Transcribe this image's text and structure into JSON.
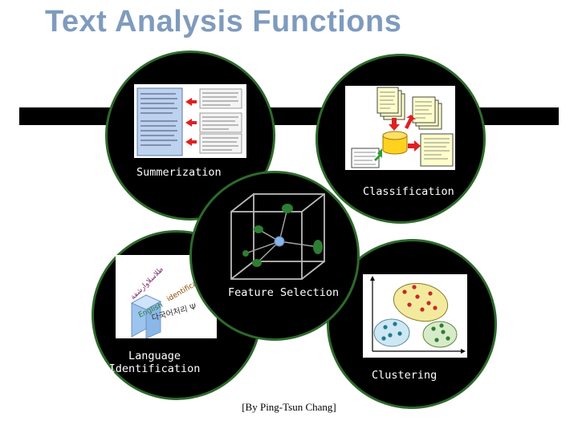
{
  "title": "Text Analysis Functions",
  "labels": {
    "summarization": "Summerization",
    "classification": "Classification",
    "feature_selection": "Feature Selection",
    "language_identification_line1": "Language",
    "language_identification_line2": "Identification",
    "clustering": "Clustering"
  },
  "language_art": {
    "script_band": "طلاسلاوارشفة",
    "middle_band": "identification",
    "english": "English",
    "bottom_band": "다국어처리 Ψ"
  },
  "credit": "[By Ping-Tsun Chang]",
  "colors": {
    "title": "#7f9bbd",
    "circle_border": "#2d6a2a",
    "summary_doc": "#bcd2ee",
    "arrow": "#e02020",
    "classification_doc": "#ffffcc",
    "cylinder": "#ffd21f",
    "cube_node": "#2e7d32",
    "cube_center": "#8ab4e8",
    "cluster_red": "#c62828"
  }
}
